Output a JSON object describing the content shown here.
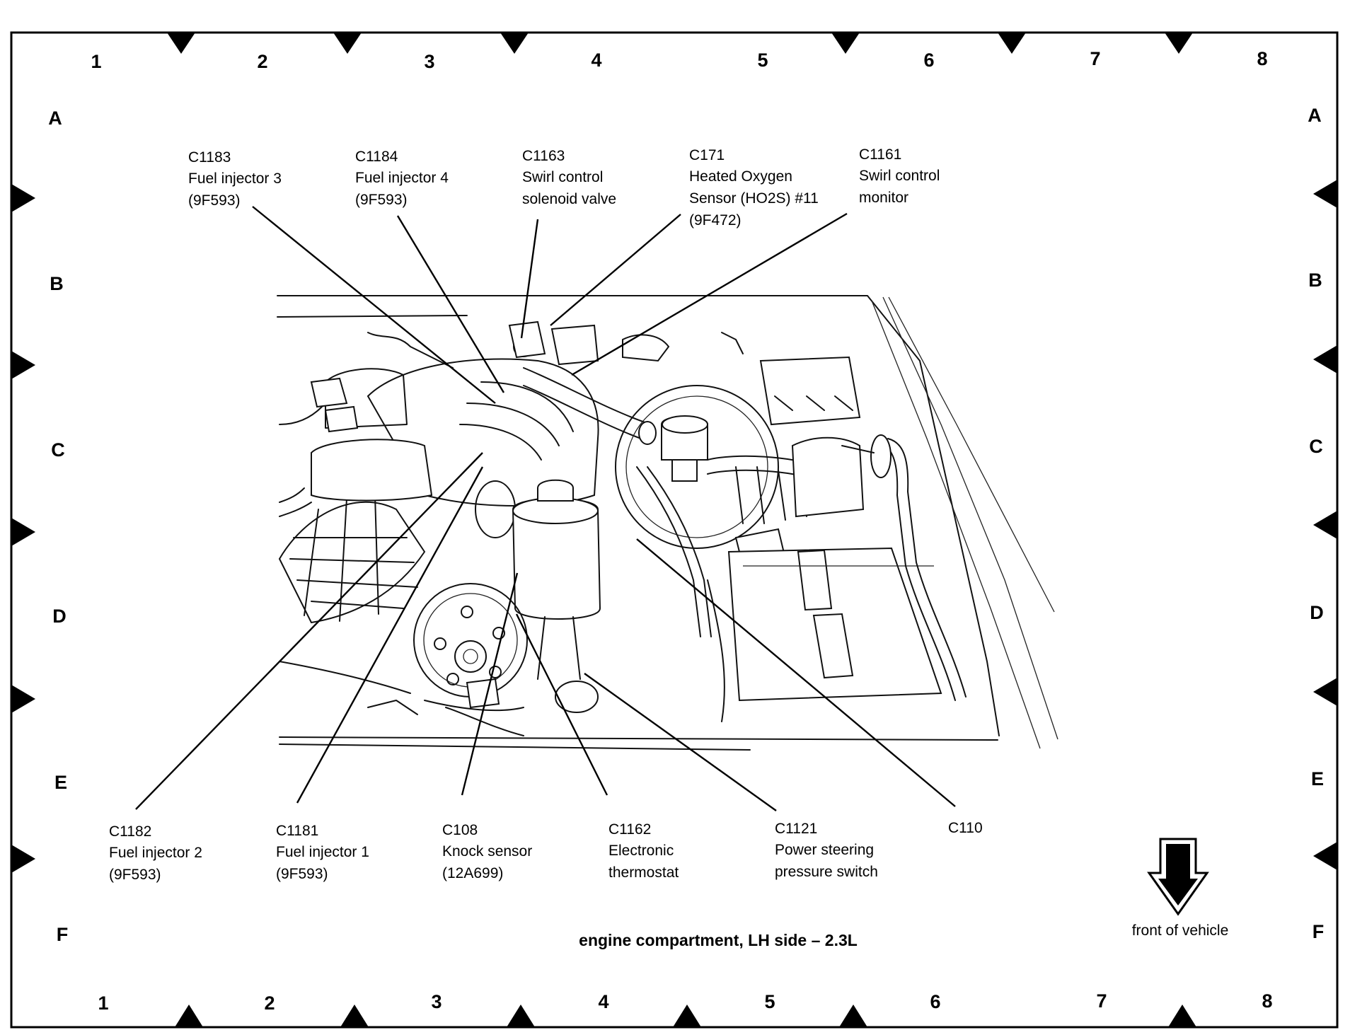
{
  "grid": {
    "columns": [
      "1",
      "2",
      "3",
      "4",
      "5",
      "6",
      "7",
      "8"
    ],
    "rows": [
      "A",
      "B",
      "C",
      "D",
      "E",
      "F"
    ]
  },
  "diagram_title": "engine compartment, LH side – 2.3L",
  "orientation_label": "front of vehicle",
  "callouts": {
    "c1183": [
      "C1183",
      "Fuel injector 3",
      "(9F593)"
    ],
    "c1184": [
      "C1184",
      "Fuel injector 4",
      "(9F593)"
    ],
    "c1163": [
      "C1163",
      "Swirl control",
      "solenoid valve"
    ],
    "c171": [
      "C171",
      "Heated Oxygen",
      "Sensor (HO2S) #11",
      "(9F472)"
    ],
    "c1161": [
      "C1161",
      "Swirl control",
      "monitor"
    ],
    "c1182": [
      "C1182",
      "Fuel injector 2",
      "(9F593)"
    ],
    "c1181": [
      "C1181",
      "Fuel injector 1",
      "(9F593)"
    ],
    "c108": [
      "C108",
      "Knock sensor",
      "(12A699)"
    ],
    "c1162": [
      "C1162",
      "Electronic",
      "thermostat"
    ],
    "c1121": [
      "C1121",
      "Power steering",
      "pressure switch"
    ],
    "c110": [
      "C110"
    ]
  }
}
